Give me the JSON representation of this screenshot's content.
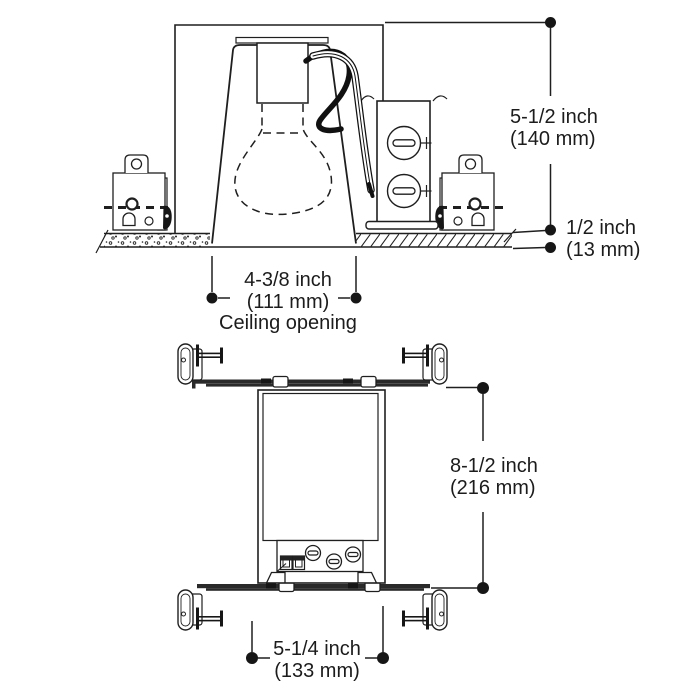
{
  "diagram": {
    "colors": {
      "line": "#1f1f1f",
      "background": "#ffffff",
      "fill_dark": "#161616"
    },
    "dimensions": {
      "housing_height": {
        "value": "5-1/2 inch",
        "metric": "(140 mm)"
      },
      "ceiling_thickness": {
        "value": "1/2 inch",
        "metric": "(13 mm)"
      },
      "ceiling_opening": {
        "value": "4-3/8 inch",
        "metric": "(111 mm)",
        "caption": "Ceiling opening"
      },
      "frame_length": {
        "value": "8-1/2 inch",
        "metric": "(216 mm)"
      },
      "frame_width": {
        "value": "5-1/4 inch",
        "metric": "(133 mm)"
      }
    }
  }
}
